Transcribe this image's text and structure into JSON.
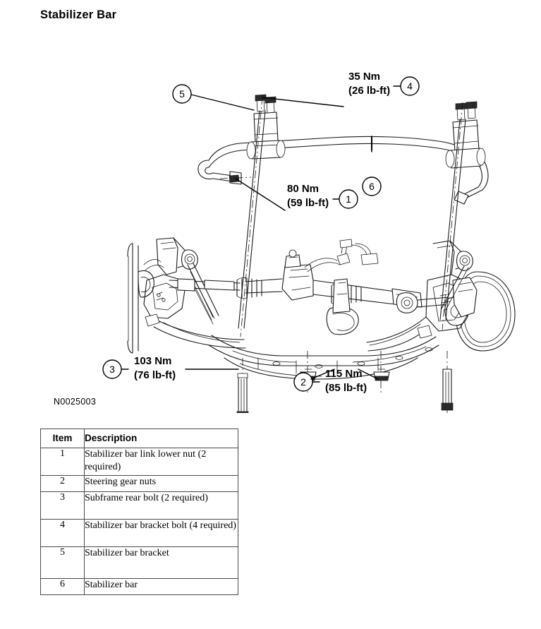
{
  "page": {
    "title": "Stabilizer Bar",
    "figure_id": "N0025003"
  },
  "diagram": {
    "type": "exploded-assembly-line-drawing",
    "subject": "Front suspension subframe with stabilizer bar",
    "torque_callouts": [
      {
        "item": "4",
        "nm": "35 Nm",
        "lbft": "(26 lb-ft)",
        "target": "stabilizer bar bracket bolt"
      },
      {
        "item": "1",
        "nm": "80 Nm",
        "lbft": "(59 lb-ft)",
        "target": "stabilizer bar link lower nut"
      },
      {
        "item": "3",
        "nm": "103 Nm",
        "lbft": "(76 lb-ft)",
        "target": "subframe rear bolt"
      },
      {
        "item": "2",
        "nm": "115 Nm",
        "lbft": "(85 lb-ft)",
        "target": "steering gear nuts"
      }
    ],
    "plain_callouts": [
      {
        "item": "5",
        "target": "stabilizer bar bracket"
      },
      {
        "item": "6",
        "target": "stabilizer bar"
      }
    ]
  },
  "table": {
    "headers": {
      "item": "Item",
      "description": "Description"
    },
    "rows": [
      {
        "item": "1",
        "description": "Stabilizer bar link lower nut (2 required)"
      },
      {
        "item": "2",
        "description": "Steering gear nuts"
      },
      {
        "item": "3",
        "description": "Subframe rear bolt (2 required)"
      },
      {
        "item": "4",
        "description": "Stabilizer bar bracket bolt (4 required)"
      },
      {
        "item": "5",
        "description": "Stabilizer bar bracket"
      },
      {
        "item": "6",
        "description": "Stabilizer bar"
      }
    ]
  }
}
